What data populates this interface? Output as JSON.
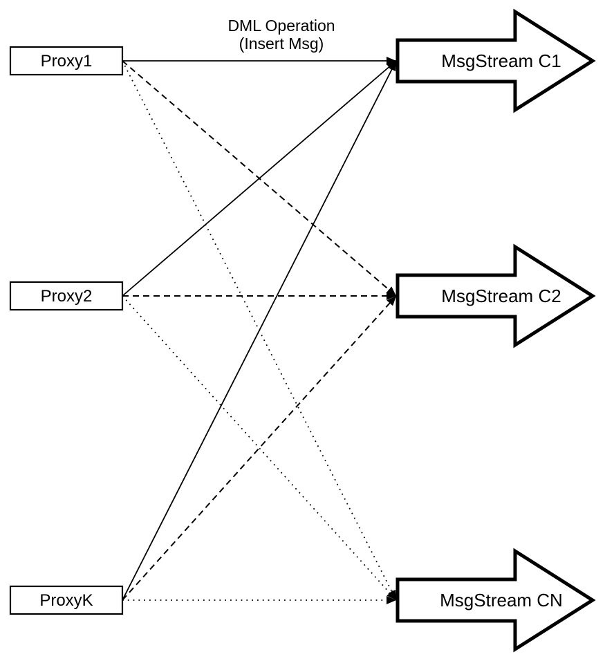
{
  "diagram": {
    "annotation": {
      "line1": "DML Operation",
      "line2": "(Insert Msg)"
    },
    "proxies": [
      {
        "id": "proxy1",
        "label": "Proxy1"
      },
      {
        "id": "proxy2",
        "label": "Proxy2"
      },
      {
        "id": "proxyk",
        "label": "ProxyK"
      }
    ],
    "streams": [
      {
        "id": "c1",
        "label": "MsgStream C1"
      },
      {
        "id": "c2",
        "label": "MsgStream C2"
      },
      {
        "id": "cn",
        "label": "MsgStream CN"
      }
    ],
    "edges": [
      {
        "from": 0,
        "to": 0,
        "style": "solid"
      },
      {
        "from": 0,
        "to": 1,
        "style": "dashed"
      },
      {
        "from": 0,
        "to": 2,
        "style": "dotted"
      },
      {
        "from": 1,
        "to": 0,
        "style": "solid"
      },
      {
        "from": 1,
        "to": 1,
        "style": "dashed"
      },
      {
        "from": 1,
        "to": 2,
        "style": "dotted"
      },
      {
        "from": 2,
        "to": 0,
        "style": "solid"
      },
      {
        "from": 2,
        "to": 1,
        "style": "dashed"
      },
      {
        "from": 2,
        "to": 2,
        "style": "dotted"
      }
    ],
    "colors": {
      "line": "#000000",
      "shape_fill": "#ffffff",
      "background": "#ffffff"
    }
  }
}
